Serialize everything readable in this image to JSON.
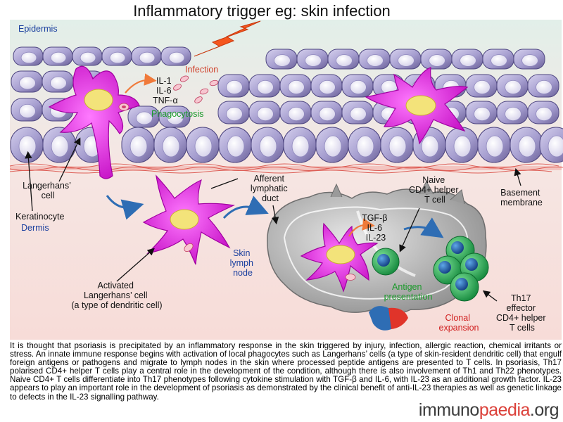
{
  "title": "Inflammatory trigger eg: skin infection",
  "regions": {
    "epidermis": "Epidermis",
    "dermis": "Dermis",
    "skin_lymph_node": [
      "Skin",
      "lymph",
      "node"
    ]
  },
  "labels": {
    "infection": "Infection",
    "phagocytosis": "Phagocytosis",
    "cytokines_skin": [
      "IL-1",
      "IL-6",
      "TNF-α"
    ],
    "langerhans_cell": [
      "Langerhans’",
      "cell"
    ],
    "keratinocyte": "Keratinocyte",
    "afferent_duct": [
      "Afferent",
      "lymphatic",
      "duct"
    ],
    "basement_membrane": [
      "Basement",
      "membrane"
    ],
    "naive_t_cell": [
      "Naive",
      "CD4+ helper",
      "T cell"
    ],
    "cytokines_node": [
      "TGF-β",
      "IL-6",
      "IL-23"
    ],
    "activated_lc": [
      "Activated",
      "Langerhans’ cell",
      "(a type of dendritic cell)"
    ],
    "antigen_presentation": [
      "Antigen",
      "presentation"
    ],
    "th17": [
      "Th17",
      "effector",
      "CD4+ helper",
      "T cells"
    ],
    "clonal_expansion": [
      "Clonal",
      "expansion"
    ]
  },
  "caption": "It is thought that psoriasis is precipitated by an inflammatory response in the skin triggered by injury, infection, allergic reaction, chemical irritants or stress. An innate immune response begins with activation of local phagocytes such as Langerhans’ cells (a type of skin-resident dendritic cell) that engulf foreign antigens or pathogens and migrate to lymph nodes in the skin where processed peptide antigens are presented to T cells. In psoriasis, Th17 polarised CD4+ helper T cells play a central role in the development of the condition, although there is also involvement of Th1 and Th22 phenotypes. Naive CD4+ T cells differentiate into Th17 phenotypes following cytokine stimulation with TGF-β and IL-6, with IL-23 as an additional growth factor. IL-23 appears to play an important role in the development of psoriasis as demonstrated by the clinical benefit of anti-IL-23 therapies as well as genetic linkage to defects in the IL-23 signalling pathway.",
  "watermark": {
    "part1": "immuno",
    "part2": "paedia",
    "part3": ".org"
  },
  "colors": {
    "keratinocyte": "#9f97c8",
    "langerhans": "#e21ee2",
    "nucleus": "#f3e37a",
    "lymph_node": "#9a9a9a",
    "t_cell": "#1e9a4a",
    "t_cell_nucleus": "#1b5fa8",
    "arrow_blue": "#2e6db4",
    "arrow_orange": "#f07a3a",
    "epidermis_label": "#1a3f9e",
    "infection_label": "#d0402a",
    "green_label": "#1a9a2a",
    "red_label": "#d01e1e"
  }
}
